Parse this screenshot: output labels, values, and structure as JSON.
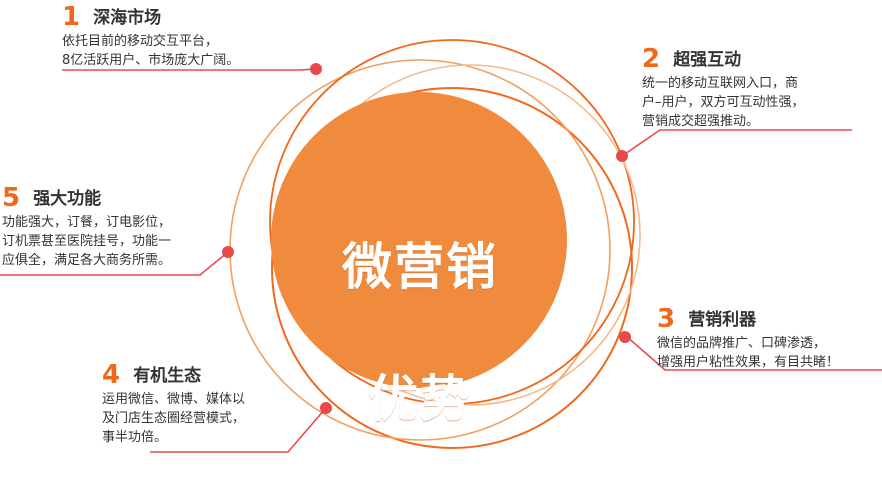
{
  "colors": {
    "accent": "#f0681c",
    "center_fill": "#f08a3c",
    "ring_light": "#f6b98c",
    "number": "#f0681c",
    "dot": "#e84a4a",
    "leader": "#e84a4a",
    "text": "#333333"
  },
  "center": {
    "line1": "微营销",
    "line2": "优势"
  },
  "items": [
    {
      "num": "1",
      "title": "深海市场",
      "desc": "依托目前的移动交互平台，\n8亿活跃用户、市场庞大广阔。"
    },
    {
      "num": "2",
      "title": "超强互动",
      "desc": "统一的移动互联网入口，商\n户–用户，双方可互动性强，\n营销成交超强推动。"
    },
    {
      "num": "3",
      "title": "营销利器",
      "desc": "微信的品牌推广、口碑渗透，\n增强用户粘性效果，有目共睹！"
    },
    {
      "num": "4",
      "title": "有机生态",
      "desc": "运用微信、微博、媒体以\n及门店生态圈经营模式，\n事半功倍。"
    },
    {
      "num": "5",
      "title": "强大功能",
      "desc": "功能强大，订餐，订电影位，\n订机票甚至医院挂号，功能一\n应俱全，满足各大商务所需。"
    }
  ]
}
